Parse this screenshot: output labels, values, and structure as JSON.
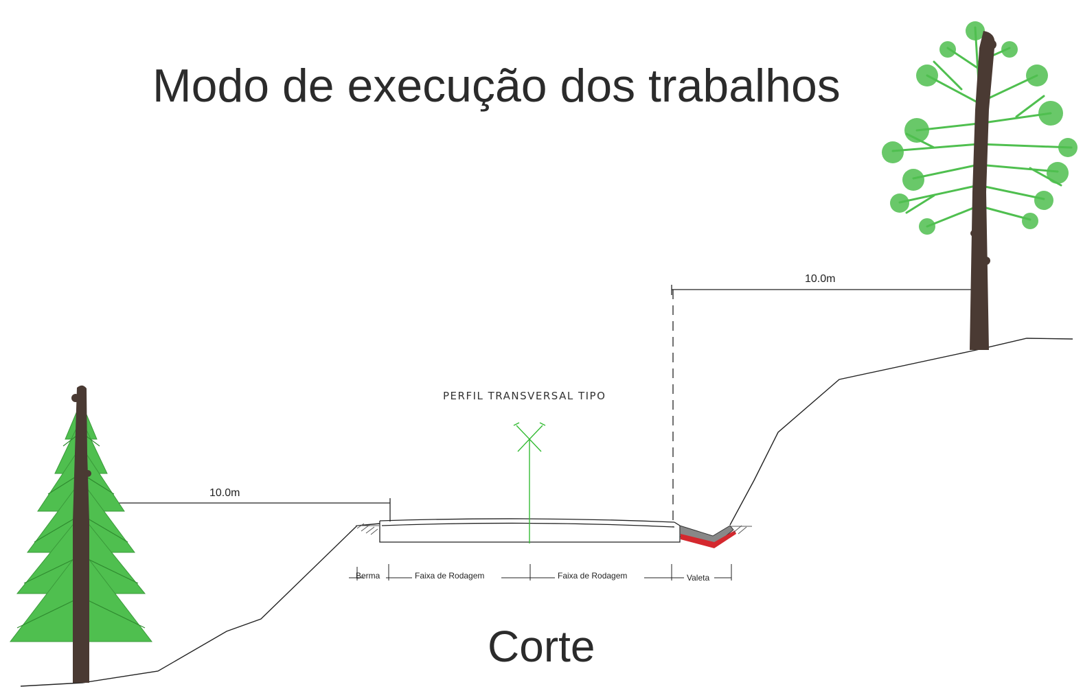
{
  "title": "Modo de execução dos trabalhos",
  "caption": "Corte",
  "section_label": "PERFIL TRANSVERSAL TIPO",
  "distance_left": "10.0m",
  "distance_right": "10.0m",
  "segments": {
    "berma": "Berma",
    "faixa_1": "Faixa de Rodagem",
    "faixa_2": "Faixa de Rodagem",
    "valeta": "Valeta"
  },
  "colors": {
    "trunk": "#4a3a33",
    "foliage": "#4fbf4f",
    "axis": "#33bb33",
    "ditch_lining": "#d4282e",
    "ditch_base": "#888888",
    "ground": "#222222"
  },
  "icons": [
    "pine-tree-icon",
    "deciduous-tree-icon"
  ]
}
